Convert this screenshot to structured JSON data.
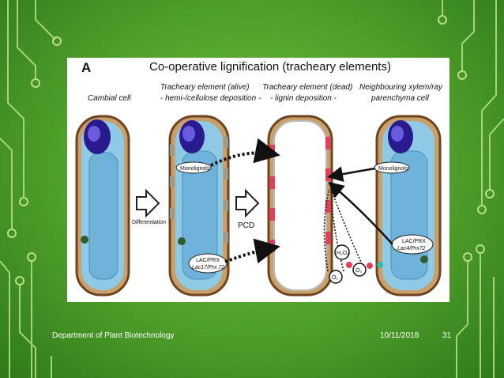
{
  "slide": {
    "footer_left": "Department of Plant Biotechnology",
    "footer_date": "10/11/2018",
    "page_number": "31"
  },
  "figure": {
    "panel_letter": "A",
    "title": "Co-operative lignification (tracheary elements)",
    "stages": {
      "cambial": "Cambial cell",
      "alive_1": "Tracheary element (alive)",
      "alive_2": "- hemi-/cellulose deposition -",
      "dead_1": "Tracheary element (dead)",
      "dead_2": "- lignin deposition -",
      "neighbour_1": "Neighbouring xylem/ray",
      "neighbour_2": "parenchyma cell"
    },
    "labels": {
      "differentiation": "Differentiation",
      "pcd": "PCD",
      "monolignols_1": "Monolignols",
      "monolignols_2": "Monolignols",
      "lac_prx_1a": "LAC/PRX",
      "lac_prx_1b": "Lac17/Prx 72",
      "lac_prx_2a": "LAC/PRX",
      "lac_prx_2b": "Lac4/Prx72",
      "h2o2": "H₂O₂",
      "o2_a": "O₂",
      "o2_b": "O₂"
    }
  },
  "colors": {
    "background_green": "#4f9f2b",
    "circuit_line": "#b8e08a",
    "cell_wall": "#8b5a2b",
    "cell_wall_fill": "#f2ead0",
    "cytoplasm": "#8ec9e6",
    "vacuole": "#6fb3db",
    "nucleus": "#2a1a8f",
    "lignin": "#e0405a"
  },
  "icons": [
    "circuit-trace-decoration",
    "arrow-right-icon",
    "dotted-arrow-icon"
  ]
}
